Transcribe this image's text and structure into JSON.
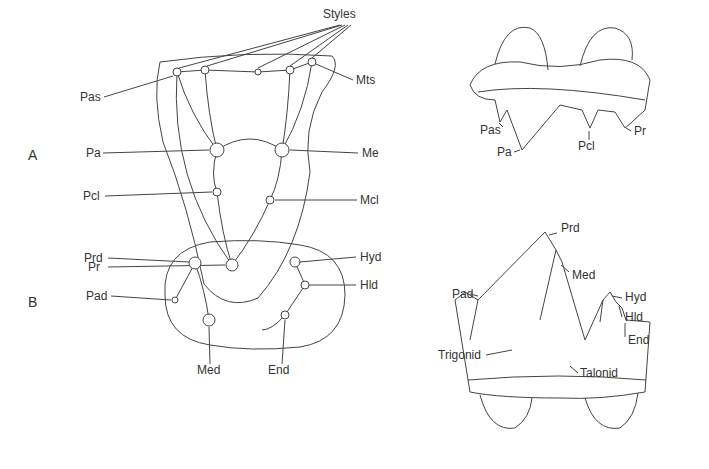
{
  "diagram": {
    "labels": [
      "Styles",
      "Pas",
      "Mts",
      "A",
      "Pa",
      "Me",
      "Pcl",
      "Mcl",
      "Pr",
      "Pas",
      "Pa",
      "Pcl",
      "Pr",
      "B",
      "Prd",
      "Pad",
      "Hyd",
      "Hld",
      "Med",
      "End",
      "Prd",
      "Med",
      "Pad",
      "Hyd",
      "Hld",
      "End",
      "Trigonid",
      "Talonid"
    ]
  }
}
